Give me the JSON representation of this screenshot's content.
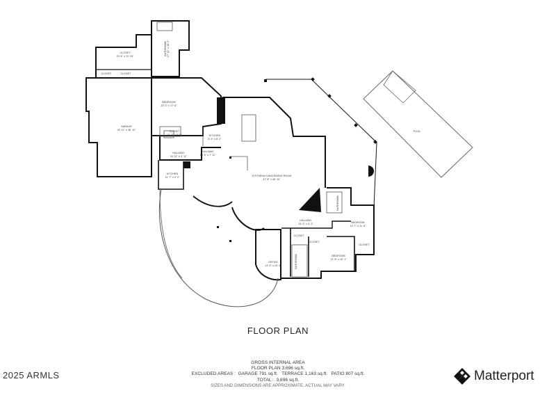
{
  "rooms": {
    "closet_1": "CLOSET",
    "closet_1_dim": "10' 6\" x 11' 10\"",
    "closet_2": "CLOSET",
    "closet_3": "CLOSET",
    "closet_4": "CLOSET",
    "closet_4_dim": "11' 7\" x 6' 6\"",
    "bathroom_1": "BATHROOM",
    "bathroom_1_dim": "17' 11\" x 16' 3\"",
    "bedroom_1": "BEDROOM",
    "bedroom_1_dim": "20' 3\" x 17' 6\"",
    "garage": "GARAGE",
    "garage_dim": "25' 11\" x 36' 11\"",
    "kitchen_small": "KITCHEN",
    "kitchen_small_dim": "6' 4\" x 8' 2\"",
    "hallway_1": "HALLWAY",
    "hallway_1_dim": "13' 5\" x 7' 11\"",
    "hallway_2": "HALLWAY",
    "hallway_2_dim": "16' 11\" x 4' 11\"",
    "kitchen": "KITCHEN",
    "kitchen_dim": "11' 7\" x 9' 2\"",
    "great_room": "KITCHEN/LIVING/DINING ROOM",
    "great_room_dim": "47' 8\" x 48' 10\"",
    "pool": "POOL",
    "bathroom_2": "BATHROOM",
    "bedroom_2": "BEDROOM",
    "bedroom_2_dim": "13' 7\" x 11' 6\"",
    "closet_5": "CLOSET",
    "hallway_3": "HALLWAY",
    "hallway_3_dim": "31' 6\" x 4' 3\"",
    "closet_6": "CLOSET",
    "closet_7": "CLOSET",
    "bedroom_3": "BEDROOM",
    "bedroom_3_dim": "12' 8\" x 10' 1\"",
    "bathroom_3": "BATHROOM",
    "office": "OFFICE",
    "office_dim": "12' 5\" x 10' 3\""
  },
  "title": "FLOOR PLAN",
  "summary": {
    "line1": "GROSS INTERNAL AREA",
    "line2": "FLOOR PLAN 3,696 sq.ft.",
    "line3": "EXCLUDED AREAS :  GARAGE 791 sq.ft.   TERRACE 1,163 sq.ft.   PATIO 807 sq.ft.",
    "line4": "TOTAL :  3,696 sq.ft.",
    "note": "SIZES AND DIMENSIONS ARE APPROXIMATE, ACTUAL MAY VARY."
  },
  "copyright": "2025 ARMLS",
  "brand": "Matterport",
  "colors": {
    "wall": "#111111",
    "thin_line": "#555555",
    "text": "#222222"
  }
}
